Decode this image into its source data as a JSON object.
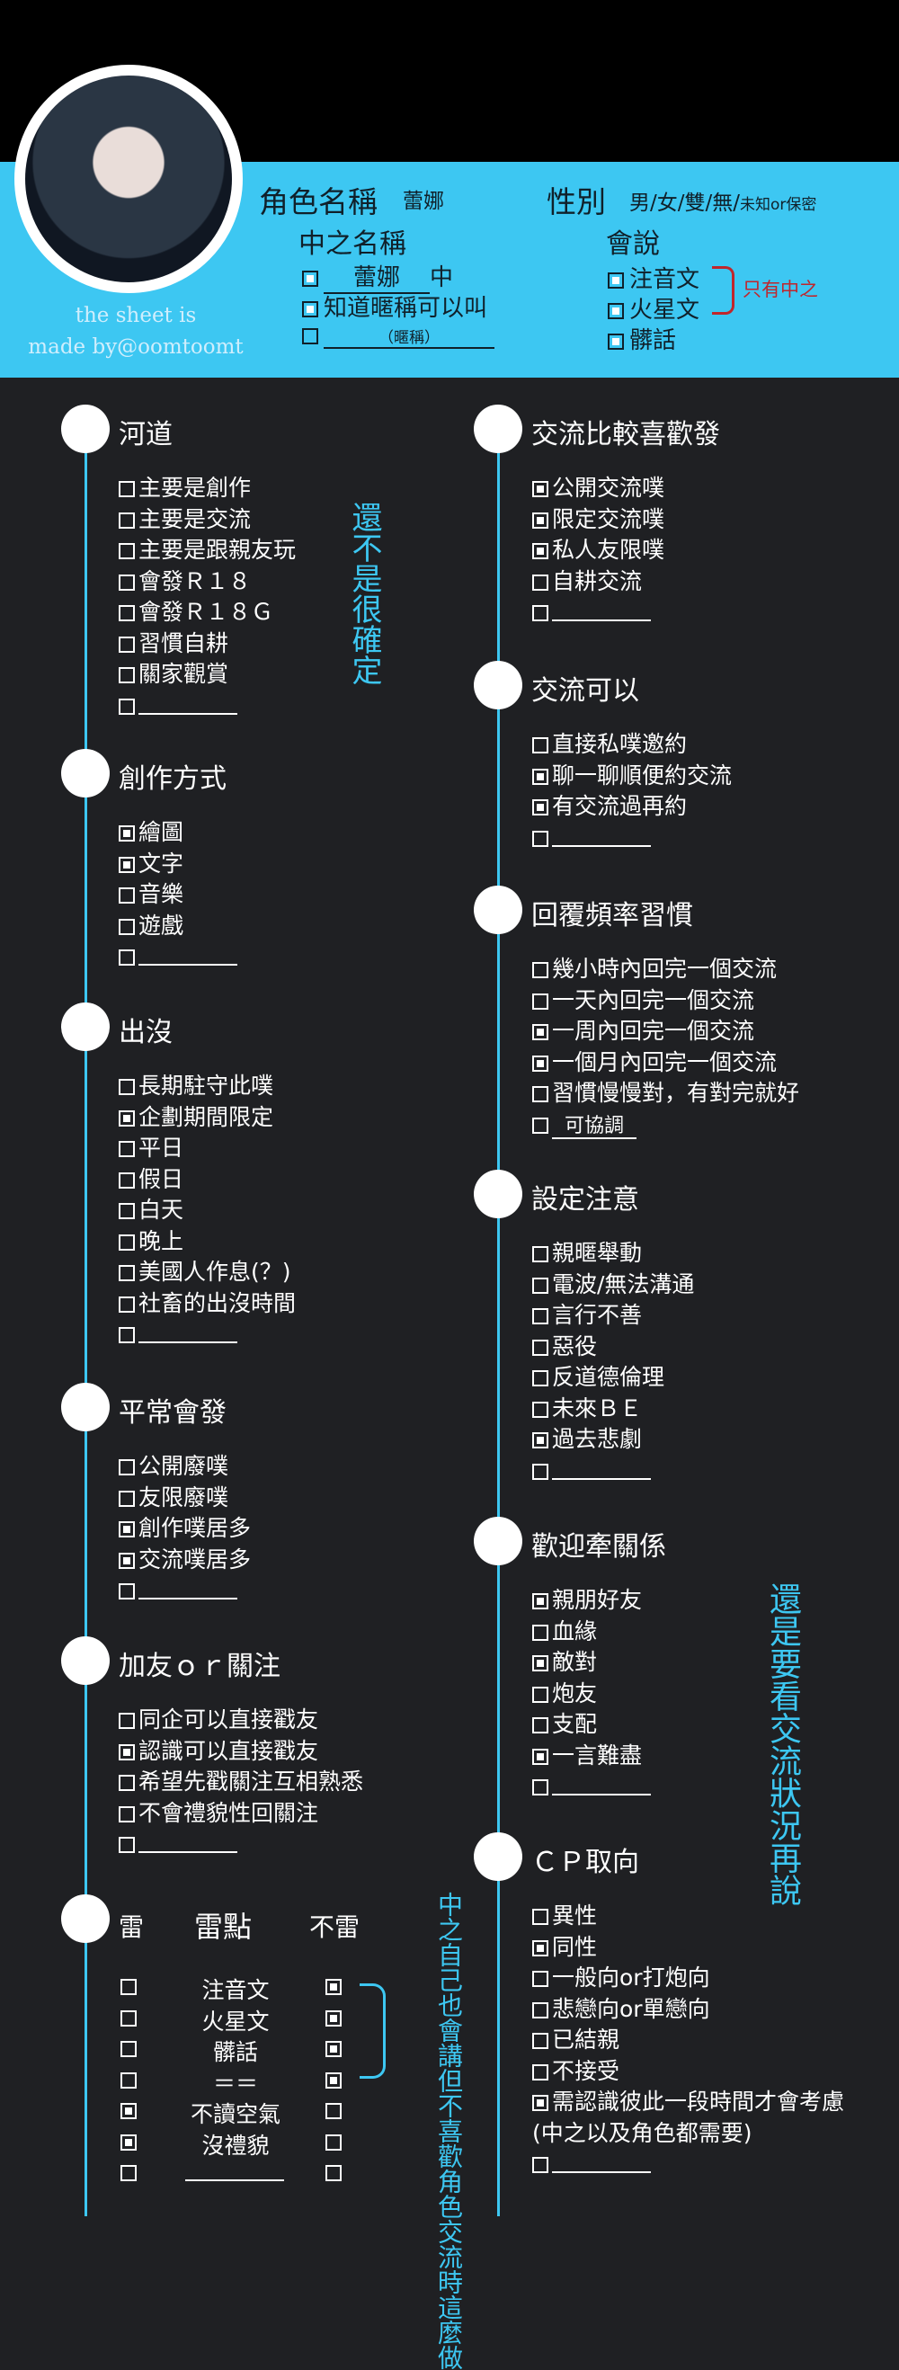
{
  "header": {
    "credit_line1": "the sheet is",
    "credit_line2": "made by@oomtoomt",
    "role_name_label": "角色名稱",
    "role_name_value": "蕾娜",
    "gender_label": "性別",
    "gender_options": "男/女/雙/無/",
    "gender_small": "未知or保密",
    "pl_name_label": "中之名稱",
    "pl_name_value": "蕾娜",
    "pl_name_suffix": "中",
    "pl_nick_text": "知道暱稱可以叫",
    "pl_nick_hint": "（暱稱）",
    "speak_label": "會說",
    "speak_items": [
      "注音文",
      "火星文",
      "髒話"
    ],
    "speak_note": "只有中之"
  },
  "left": [
    {
      "title": "河道",
      "items": [
        {
          "text": "主要是創作",
          "checked": false
        },
        {
          "text": "主要是交流",
          "checked": false
        },
        {
          "text": "主要是跟親友玩",
          "checked": false
        },
        {
          "text": "會發Ｒ１８",
          "checked": false
        },
        {
          "text": "會發Ｒ１８Ｇ",
          "checked": false
        },
        {
          "text": "習慣自耕",
          "checked": false
        },
        {
          "text": "關家觀賞",
          "checked": false
        },
        {
          "text": "",
          "checked": false
        }
      ]
    },
    {
      "title": "創作方式",
      "items": [
        {
          "text": "繪圖",
          "checked": true
        },
        {
          "text": "文字",
          "checked": true
        },
        {
          "text": "音樂",
          "checked": false
        },
        {
          "text": "遊戲",
          "checked": false
        },
        {
          "text": "",
          "checked": false
        }
      ]
    },
    {
      "title": "出沒",
      "items": [
        {
          "text": "長期駐守此噗",
          "checked": false
        },
        {
          "text": "企劃期間限定",
          "checked": true
        },
        {
          "text": "平日",
          "checked": false
        },
        {
          "text": "假日",
          "checked": false
        },
        {
          "text": "白天",
          "checked": false
        },
        {
          "text": "晚上",
          "checked": false
        },
        {
          "text": "美國人作息(？)",
          "checked": false
        },
        {
          "text": "社畜的出沒時間",
          "checked": false
        },
        {
          "text": "",
          "checked": false
        }
      ]
    },
    {
      "title": "平常會發",
      "items": [
        {
          "text": "公開廢噗",
          "checked": false
        },
        {
          "text": "友限廢噗",
          "checked": false
        },
        {
          "text": "創作噗居多",
          "checked": true
        },
        {
          "text": "交流噗居多",
          "checked": true
        },
        {
          "text": "",
          "checked": false
        }
      ]
    },
    {
      "title": "加友ｏｒ關注",
      "items": [
        {
          "text": "同企可以直接戳友",
          "checked": false
        },
        {
          "text": "認識可以直接戳友",
          "checked": true
        },
        {
          "text": "希望先戳關注互相熟悉",
          "checked": false
        },
        {
          "text": "不會禮貌性回關注",
          "checked": false
        },
        {
          "text": "",
          "checked": false
        }
      ]
    }
  ],
  "right": [
    {
      "title": "交流比較喜歡發",
      "items": [
        {
          "text": "公開交流噗",
          "checked": true
        },
        {
          "text": "限定交流噗",
          "checked": true
        },
        {
          "text": "私人友限噗",
          "checked": true
        },
        {
          "text": "自耕交流",
          "checked": false
        },
        {
          "text": "",
          "checked": false
        }
      ]
    },
    {
      "title": "交流可以",
      "items": [
        {
          "text": "直接私噗邀約",
          "checked": false
        },
        {
          "text": "聊一聊順便約交流",
          "checked": true
        },
        {
          "text": "有交流過再約",
          "checked": true
        },
        {
          "text": "",
          "checked": false
        }
      ]
    },
    {
      "title": "回覆頻率習慣",
      "items": [
        {
          "text": "幾小時內回完一個交流",
          "checked": false
        },
        {
          "text": "一天內回完一個交流",
          "checked": false
        },
        {
          "text": "一周內回完一個交流",
          "checked": true
        },
        {
          "text": "一個月內回完一個交流",
          "checked": true
        },
        {
          "text": "習慣慢慢對，有對完就好",
          "checked": false
        },
        {
          "text": "可協調",
          "checked": false,
          "hand": true
        }
      ]
    },
    {
      "title": "設定注意",
      "items": [
        {
          "text": "親暱舉動",
          "checked": false
        },
        {
          "text": "電波/無法溝通",
          "checked": false
        },
        {
          "text": "言行不善",
          "checked": false
        },
        {
          "text": "惡役",
          "checked": false
        },
        {
          "text": "反道德倫理",
          "checked": false
        },
        {
          "text": "未來ＢＥ",
          "checked": false
        },
        {
          "text": "過去悲劇",
          "checked": true
        },
        {
          "text": "",
          "checked": false
        }
      ]
    },
    {
      "title": "歡迎牽關係",
      "items": [
        {
          "text": "親朋好友",
          "checked": true
        },
        {
          "text": "血緣",
          "checked": false
        },
        {
          "text": "敵對",
          "checked": true
        },
        {
          "text": "炮友",
          "checked": false
        },
        {
          "text": "支配",
          "checked": false
        },
        {
          "text": "一言難盡",
          "checked": true
        },
        {
          "text": "",
          "checked": false
        }
      ]
    },
    {
      "title": "ＣＰ取向",
      "items": [
        {
          "text": "異性",
          "checked": false
        },
        {
          "text": "同性",
          "checked": true
        },
        {
          "text": "一般向or打炮向",
          "checked": false
        },
        {
          "text": "悲戀向or單戀向",
          "checked": false
        },
        {
          "text": "已結親",
          "checked": false
        },
        {
          "text": "不接受",
          "checked": false
        },
        {
          "text": "需認識彼此一段時間才會考慮",
          "checked": true
        },
        {
          "text": "(中之以及角色都需要)",
          "checked": false,
          "nobox": true
        },
        {
          "text": "",
          "checked": false
        }
      ]
    }
  ],
  "thunder": {
    "col_thunder": "雷",
    "col_point": "雷點",
    "col_not": "不雷",
    "rows": [
      {
        "name": "注音文",
        "thunder": false,
        "not": true
      },
      {
        "name": "火星文",
        "thunder": false,
        "not": true
      },
      {
        "name": "髒話",
        "thunder": false,
        "not": true
      },
      {
        "name": "＝＝",
        "thunder": false,
        "not": true
      },
      {
        "name": "不讀空氣",
        "thunder": true,
        "not": false
      },
      {
        "name": "沒禮貌",
        "thunder": true,
        "not": false
      },
      {
        "name": "",
        "thunder": false,
        "not": false
      }
    ]
  },
  "notes": {
    "unsure": "還不是很確定",
    "relation_1": "還是要看",
    "relation_2": "交流狀況再說",
    "thunder_1": "中之自己也會講",
    "thunder_2": "但不喜歡角色交流時這麼做"
  },
  "colors": {
    "accent": "#3dc7f2",
    "background": "#1f2023",
    "red": "#c0262c"
  }
}
